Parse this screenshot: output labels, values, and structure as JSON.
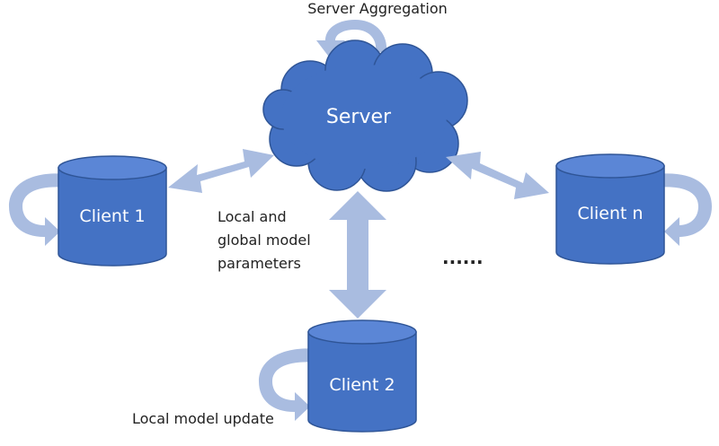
{
  "labels": {
    "server": "Server",
    "server_aggregation": "Server Aggregation",
    "client_1": "Client 1",
    "client_2": "Client 2",
    "client_n": "Client n",
    "params_line1": "Local and",
    "params_line2": "global model",
    "params_line3": "parameters",
    "local_update": "Local model update",
    "ellipsis": "......"
  },
  "colors": {
    "node_fill": "#4472C4",
    "node_stroke": "#2F5597",
    "cylinder_top": "#5B86D6",
    "arrow_fill": "#A9BCE0",
    "node_text": "#FFFFFF",
    "annotation_text": "#222222"
  }
}
